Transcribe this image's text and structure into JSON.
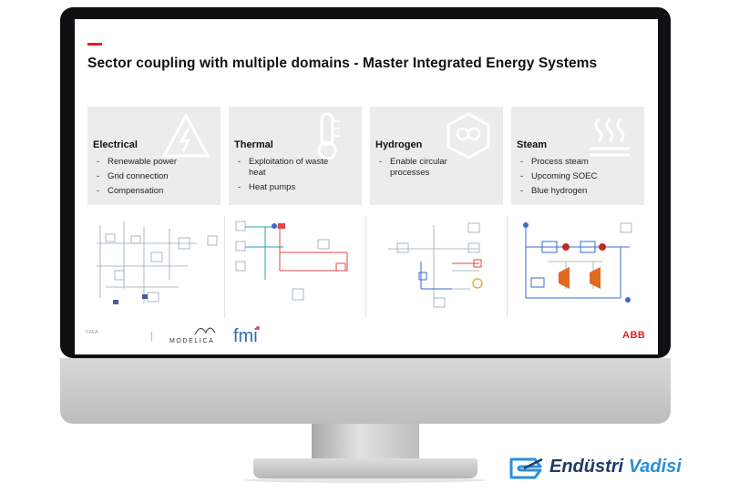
{
  "slide": {
    "title": "Sector coupling with multiple domains - Master Integrated Energy Systems",
    "footer_small": "CAEA",
    "abb": "ABB"
  },
  "cards": [
    {
      "title": "Electrical",
      "icon": "lightning-icon",
      "items": [
        "Renewable power",
        "Grid connection",
        "Compensation"
      ]
    },
    {
      "title": "Thermal",
      "icon": "thermometer-icon",
      "items": [
        "Exploitation of waste heat",
        "Heat pumps"
      ]
    },
    {
      "title": "Hydrogen",
      "icon": "molecule-icon",
      "items": [
        "Enable circular processes"
      ]
    },
    {
      "title": "Steam",
      "icon": "steam-icon",
      "items": [
        "Process steam",
        "Upcoming SOEC",
        "Blue hydrogen"
      ]
    }
  ],
  "logos": {
    "modelica": "MODELICA",
    "fmi": "fmi"
  },
  "brand": {
    "part1": "Endüstri",
    "part2": "Vadisi"
  },
  "colors": {
    "accent": "#e2231a",
    "brand_dark": "#1f3a6b",
    "brand_light": "#2b8fd8"
  }
}
